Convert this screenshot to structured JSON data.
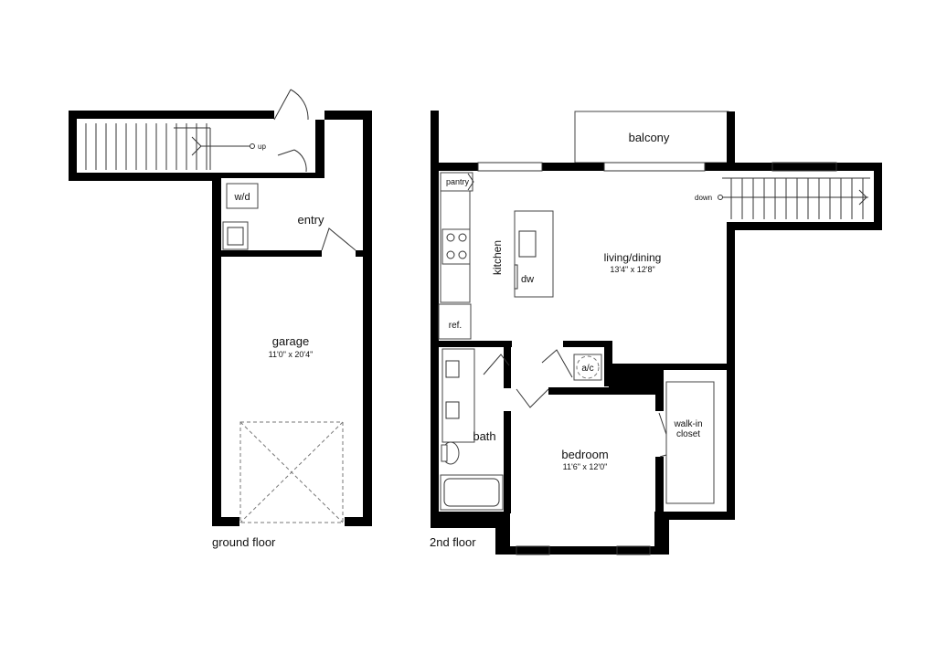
{
  "floors": {
    "ground": {
      "caption": "ground floor",
      "stairs_label": "up",
      "rooms": {
        "entry": {
          "name": "entry"
        },
        "wd": {
          "name": "w/d"
        },
        "garage": {
          "name": "garage",
          "size": "11'0\" x 20'4\""
        }
      }
    },
    "second": {
      "caption": "2nd floor",
      "stairs_label": "down",
      "rooms": {
        "balcony": {
          "name": "balcony"
        },
        "pantry": {
          "name": "pantry"
        },
        "kitchen": {
          "name": "kitchen"
        },
        "dw": {
          "name": "dw"
        },
        "living": {
          "name": "living/dining",
          "size": "13'4\" x 12'8\""
        },
        "ref": {
          "name": "ref."
        },
        "ac": {
          "name": "a/c"
        },
        "bath": {
          "name": "bath"
        },
        "bedroom": {
          "name": "bedroom",
          "size": "11'6\" x 12'0\""
        },
        "closet": {
          "name_line1": "walk-in",
          "name_line2": "closet"
        }
      }
    }
  }
}
